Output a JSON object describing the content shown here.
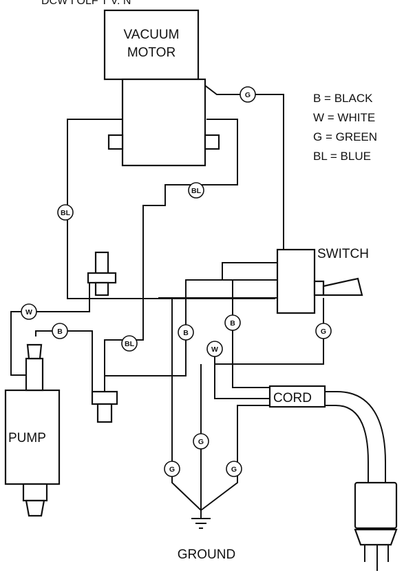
{
  "header_fragment": "DCW I OLF   T V.   N",
  "components": {
    "vacuum_motor": [
      "VACUUM",
      "MOTOR"
    ],
    "switch": "SWITCH",
    "cord": "CORD",
    "pump": "PUMP",
    "ground": "GROUND"
  },
  "legend": [
    "B = BLACK",
    "W = WHITE",
    "G = GREEN",
    "BL = BLUE"
  ],
  "wire_tags": {
    "g_motor": "G",
    "bl_motor": "BL",
    "bl_left": "BL",
    "w_pump": "W",
    "b_pump": "B",
    "bl_valve": "BL",
    "b_center": "B",
    "b_switch": "B",
    "g_switch": "G",
    "w_center": "W",
    "g_ground_left": "G",
    "g_ground_mid": "G",
    "g_ground_right": "G"
  }
}
